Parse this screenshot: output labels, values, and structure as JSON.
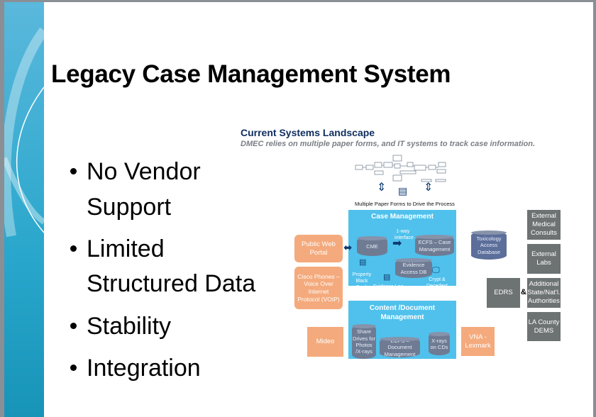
{
  "slide": {
    "title": "Legacy Case Management System",
    "bullets": [
      "No Vendor",
      "Support",
      "Limited",
      "Structured Data",
      "Stability",
      "Integration"
    ]
  },
  "diagram": {
    "heading": "Current Systems Landscape",
    "subheading": "DMEC relies on multiple paper forms, and IT systems to track case information.",
    "forms_caption": "Multiple Paper Forms to Drive the Process",
    "case_mgmt": {
      "title": "Case Management",
      "cme": "CME",
      "interface": "1-way interface",
      "ecfs_case": "ECFS – Case Management",
      "evidence_db": "Evidence Access DB",
      "property": "Property Black Book",
      "evidence_log": "Evidence Log",
      "crypt": "Crypt & Decedent Tracking Excel"
    },
    "content_mgmt": {
      "title": "Content /Document Management",
      "share": "Share Drives for Photos /X-rays",
      "ecfs_doc": "ECFS – Document Management",
      "xrays": "X-rays on CDs"
    },
    "public_portal": "Public Web Portal",
    "voip": "Cisco Phones – Voice Over Internet Protocol (VOIP)",
    "mideo": "Mideo",
    "vna": "VNA - Lexmark",
    "toxicology": "Toxicology Access Database",
    "edrs": "EDRS",
    "amp": "&",
    "external": [
      "External Medical Consults",
      "External Labs",
      "Additional State/Nat'l. Authorities",
      "LA County DEMS"
    ]
  },
  "colors": {
    "case_blue": "#4fc1ec",
    "orange": "#f4aa7c",
    "gray": "#6d7272",
    "navy": "#0e2d5e"
  }
}
